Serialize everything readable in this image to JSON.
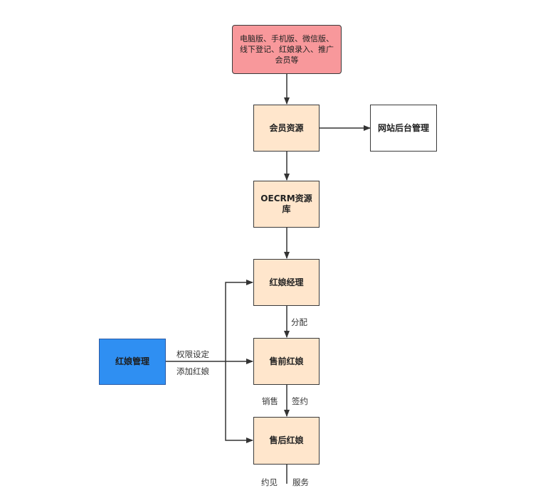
{
  "nodes": {
    "source": "电脑版、手机版、微信版、线下登记、红娘录入、推广会员等",
    "member_resource": "会员资源",
    "website_admin": "网站后台管理",
    "oecrm_db": "OECRM资源库",
    "matchmaker_manager": "红娘经理",
    "presale_matchmaker": "售前红娘",
    "postsale_matchmaker": "售后红娘",
    "matchmaker_management": "红娘管理"
  },
  "edge_labels": {
    "assign": "分配",
    "sales": "销售",
    "sign": "签约",
    "permission_setting": "权限设定",
    "add_matchmaker": "添加红娘",
    "appointment": "约见",
    "service": "服务"
  },
  "colors": {
    "source_fill": "#f8989b",
    "process_fill": "#ffe6cc",
    "admin_fill": "#ffffff",
    "management_fill": "#2f8ff2",
    "line": "#333333"
  }
}
